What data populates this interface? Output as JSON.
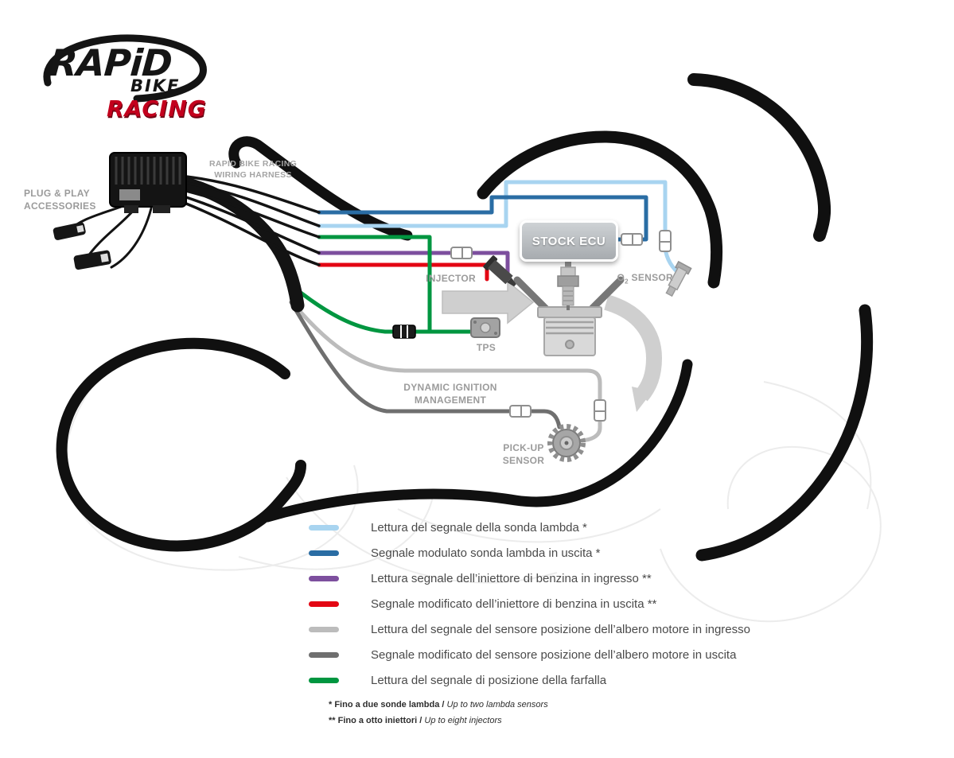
{
  "logo": {
    "rapid": "RAPiD",
    "bike": "BIKE",
    "racing": "RACING"
  },
  "labels": {
    "plug_play_line1": "PLUG & PLAY",
    "plug_play_line2": "ACCESSORIES",
    "harness_line1": "RAPID BIKE RACING",
    "harness_line2": "WIRING HARNESS",
    "stock_ecu": "STOCK ECU",
    "injector": "INJECTOR",
    "o2_prefix": "O",
    "o2_sub": "2",
    "o2_suffix": " SENSOR",
    "tps": "TPS",
    "dim_line1": "DYNAMIC IGNITION",
    "dim_line2": "MANAGEMENT",
    "pickup_line1": "PICK-UP",
    "pickup_line2": "SENSOR"
  },
  "legend": [
    {
      "color": "#a8d4f0",
      "label": "Lettura del segnale della sonda lambda *"
    },
    {
      "color": "#2a6da4",
      "label": "Segnale modulato sonda lambda in uscita *"
    },
    {
      "color": "#7d4f9e",
      "label": "Lettura segnale dell’iniettore di benzina in ingresso **"
    },
    {
      "color": "#e30613",
      "label": "Segnale modificato dell’iniettore di benzina in uscita **"
    },
    {
      "color": "#bcbcbc",
      "label": "Lettura del segnale del sensore posizione dell’albero motore in ingresso"
    },
    {
      "color": "#6f6f6f",
      "label": "Segnale modificato del sensore posizione dell’albero motore in uscita"
    },
    {
      "color": "#009640",
      "label": "Lettura del segnale di posizione della farfalla"
    }
  ],
  "footnotes": [
    {
      "bold": "* Fino a due sonde lambda /",
      "italic": "Up to two lambda sensors"
    },
    {
      "bold": "** Fino a otto iniettori /",
      "italic": "Up to eight injectors"
    }
  ]
}
